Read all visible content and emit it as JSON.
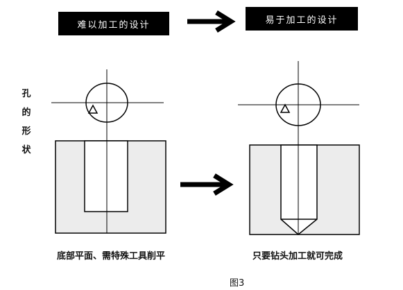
{
  "labels": {
    "hard_design": "难以加工的设计",
    "easy_design": "易于加工的设计",
    "hole_shape_vertical": [
      "孔",
      "的",
      "形",
      "状"
    ]
  },
  "captions": {
    "left": "底部平面、需特殊工具削平",
    "right": "只要钻头加工就可完成"
  },
  "figure_label": "图3",
  "colors": {
    "block_fill": "#ececec",
    "line": "#000000",
    "arrow": "#000000"
  }
}
